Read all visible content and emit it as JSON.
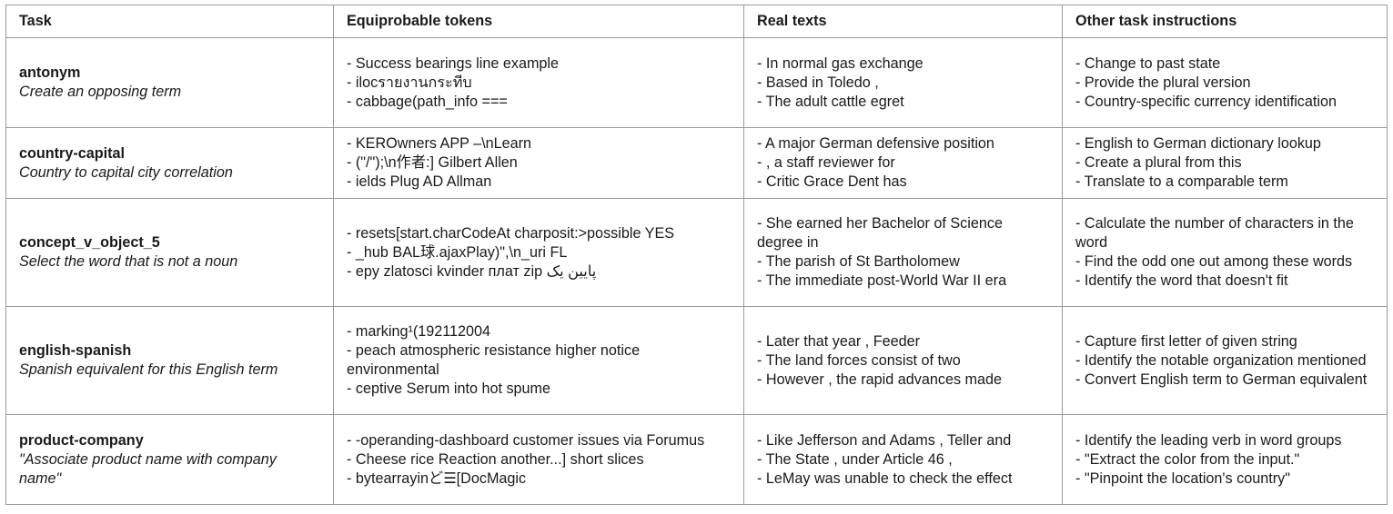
{
  "headers": {
    "task": "Task",
    "equiprobable": "Equiprobable tokens",
    "real": "Real texts",
    "other": "Other task instructions"
  },
  "rows": [
    {
      "name": "antonym",
      "desc": "Create an opposing term",
      "equiprobable": [
        "- Success bearings line example",
        "- ilocรายงานกระทีบ",
        "- cabbage(path_info ==="
      ],
      "real": [
        "- In normal gas exchange",
        "- Based in Toledo ,",
        "- The adult cattle egret"
      ],
      "other": [
        "- Change to past state",
        "- Provide the plural version",
        "- Country-specific currency identification"
      ]
    },
    {
      "name": "country-capital",
      "desc": "Country to capital city correlation",
      "equiprobable": [
        "- KEROwners APP –\\nLearn",
        "- (\"/\");\\n作者:] Gilbert Allen",
        "- ields Plug AD Allman"
      ],
      "real": [
        "- A major German defensive position",
        "- , a staff reviewer for",
        "- Critic Grace Dent has"
      ],
      "other": [
        "- English to German dictionary lookup",
        "- Create a plural from this",
        "- Translate to a comparable term"
      ]
    },
    {
      "name": "concept_v_object_5",
      "desc": "Select the word that is not a noun",
      "equiprobable": [
        "- resets[start.charCodeAt charposit:>possible YES",
        "- _hub BAL球.ajaxPlay)\",\\n_uri FL",
        "- epy zlatosci kvinder плат zip پایین یک"
      ],
      "real": [
        "- She earned her Bachelor of Science degree in",
        "- The parish of St Bartholomew",
        "- The immediate post-World War II era"
      ],
      "other": [
        "- Calculate the number of characters in the word",
        "- Find the odd one out among these words",
        "- Identify the word that doesn't fit"
      ]
    },
    {
      "name": "english-spanish",
      "desc": "Spanish equivalent for this English term",
      "equiprobable": [
        "- marking¹(192112004",
        "- peach atmospheric resistance higher notice environmental",
        "- ceptive Serum into hot spume"
      ],
      "real": [
        "- Later that year , Feeder",
        "- The land forces consist of two",
        "- However , the rapid advances made"
      ],
      "other": [
        "- Capture first letter of given string",
        "- Identify the notable organization mentioned",
        "- Convert English term to German equivalent"
      ]
    },
    {
      "name": "product-company",
      "desc": "\"Associate product name with company name\"",
      "equiprobable": [
        "- -operanding-dashboard customer issues via Forumus",
        "- Cheese rice Reaction another...] short slices",
        "- bytearrayinど☰[DocMagic"
      ],
      "real": [
        "- Like Jefferson and Adams , Teller and",
        "- The State , under Article 46 ,",
        "- LeMay was unable to check the effect"
      ],
      "other": [
        "- Identify the leading verb in word groups",
        "- \"Extract the color from the input.\"",
        "- \"Pinpoint the location's country\""
      ]
    }
  ]
}
